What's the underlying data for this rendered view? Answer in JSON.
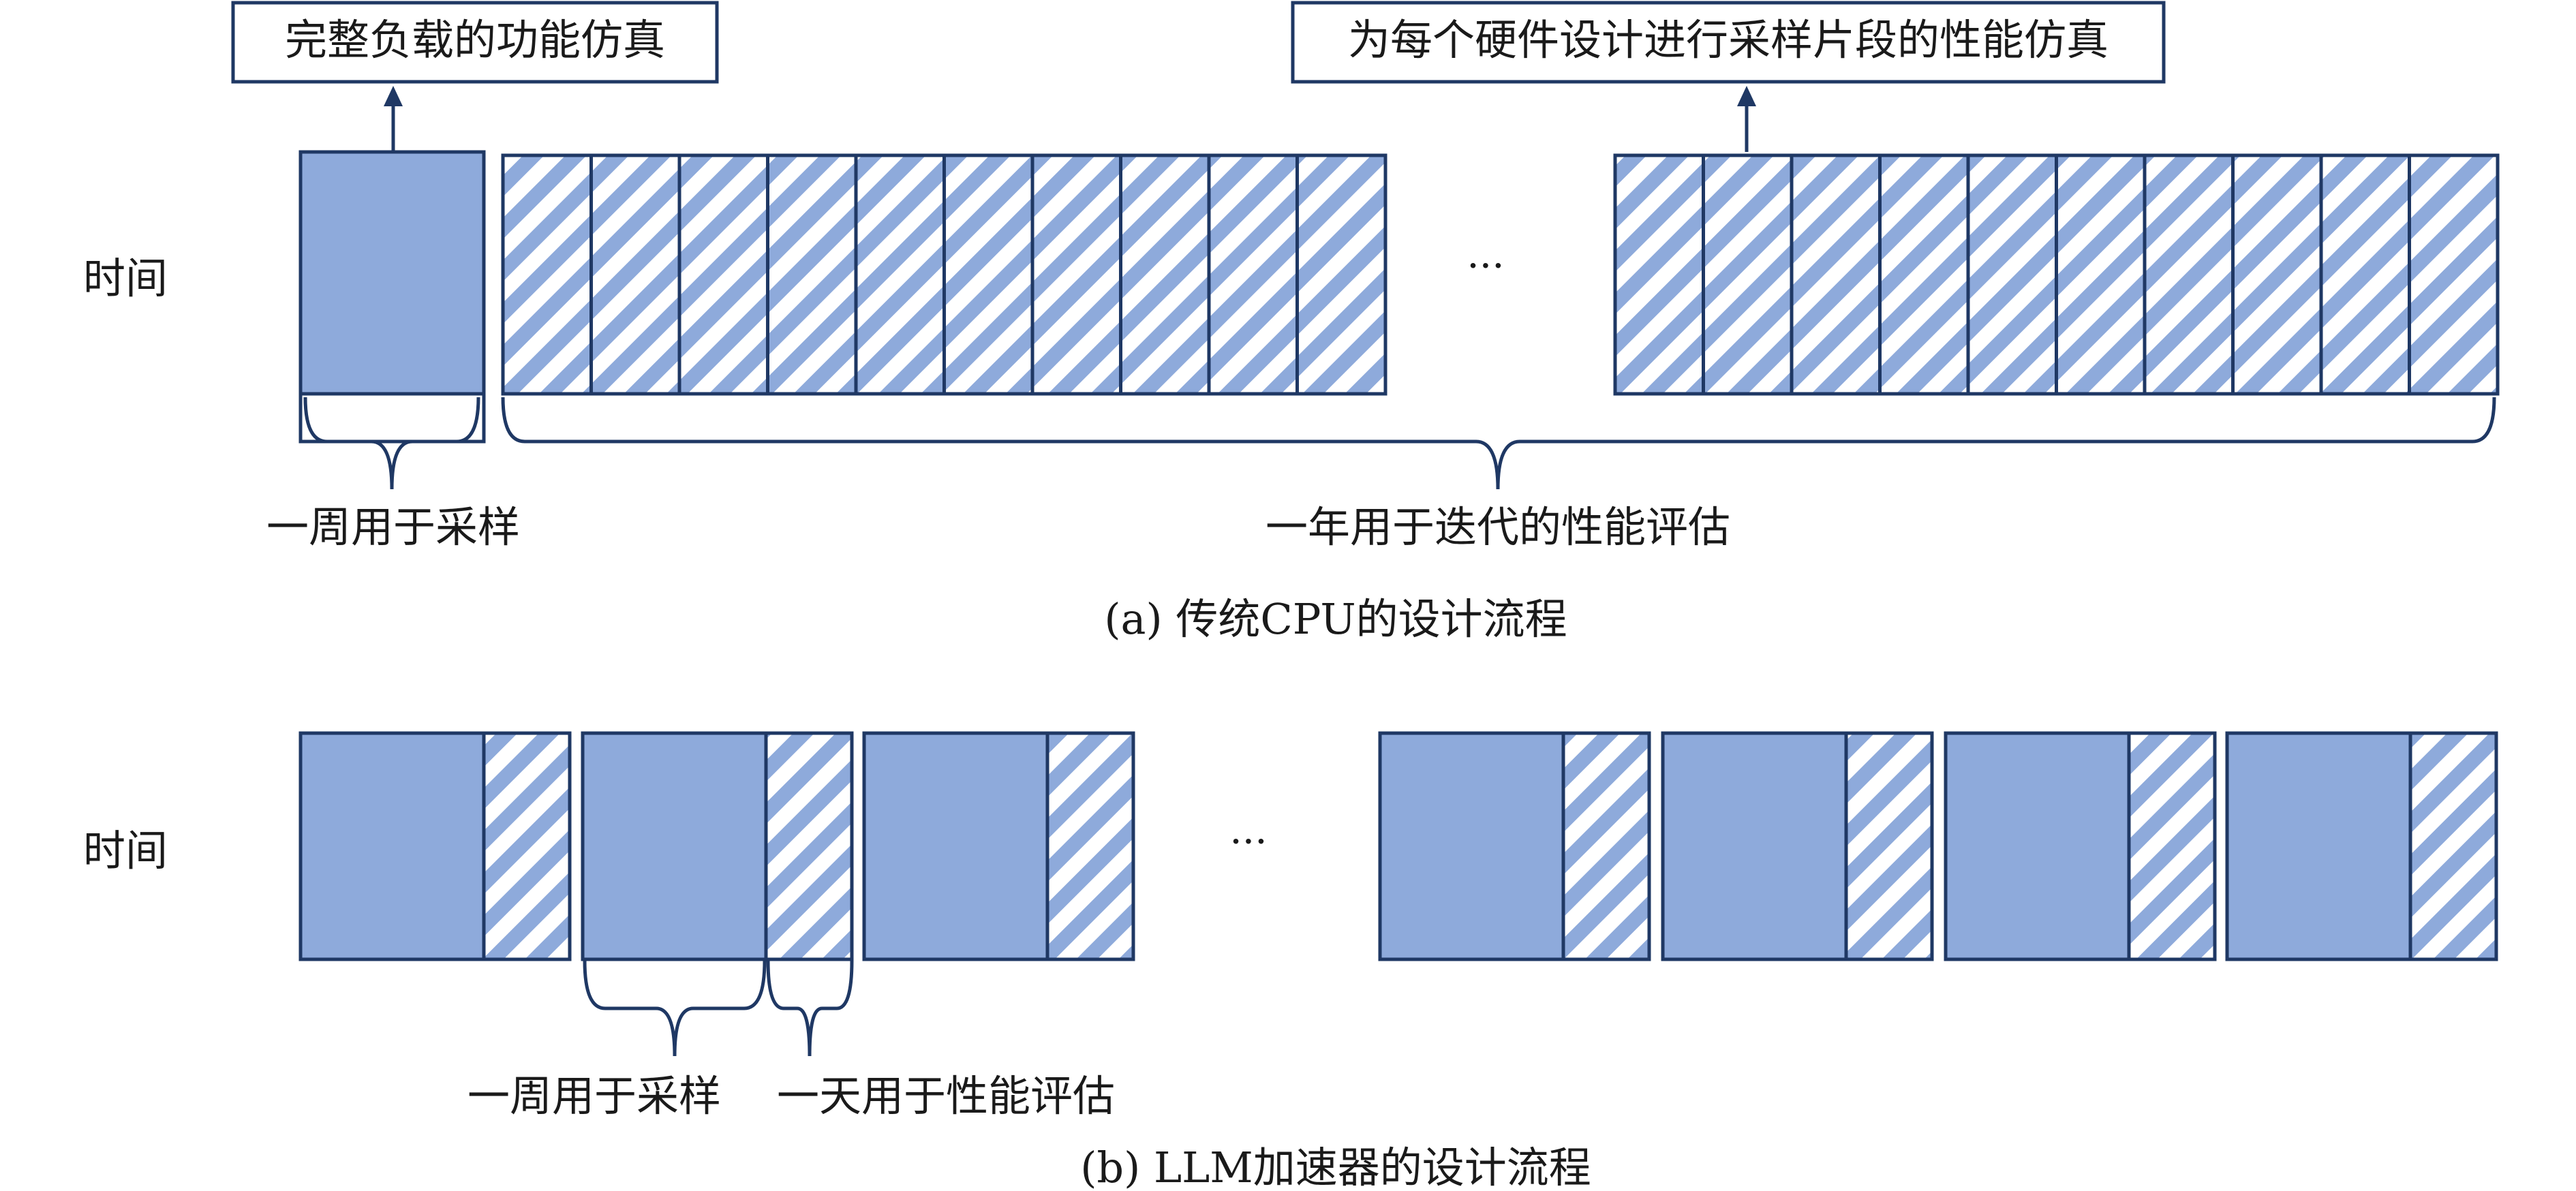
{
  "colors": {
    "fill": "#8eaadb",
    "stroke": "#1f3864",
    "stripe": "#8eaadb",
    "stripe_bg": "#ffffff",
    "text": "#1a1a1a"
  },
  "panel_a": {
    "time_label": "时间",
    "callout_left": "完整负载的功能仿真",
    "callout_right": "为每个硬件设计进行采样片段的性能仿真",
    "ellipsis": "···",
    "brace_left_label": "一周用于采样",
    "brace_right_label": "一年用于迭代的性能评估",
    "caption": "(a) 传统CPU的设计流程"
  },
  "panel_b": {
    "time_label": "时间",
    "ellipsis": "···",
    "brace_sampling_label": "一周用于采样",
    "brace_eval_label": "一天用于性能评估",
    "caption": "(b) LLM加速器的设计流程"
  }
}
